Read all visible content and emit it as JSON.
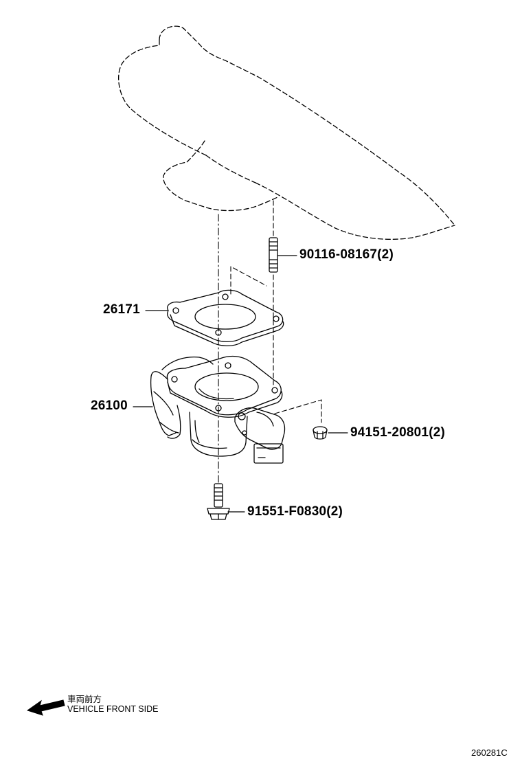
{
  "callouts": {
    "stud_bolt": "90116-08167(2)",
    "gasket": "26171",
    "throttle_body": "26100",
    "nut": "94151-20801(2)",
    "flange_bolt": "91551-F0830(2)"
  },
  "legend": {
    "jp_label": "車両前方",
    "en_label": "VEHICLE FRONT SIDE",
    "arrow_icon": "arrow-left-icon"
  },
  "drawing_number": "260281C"
}
